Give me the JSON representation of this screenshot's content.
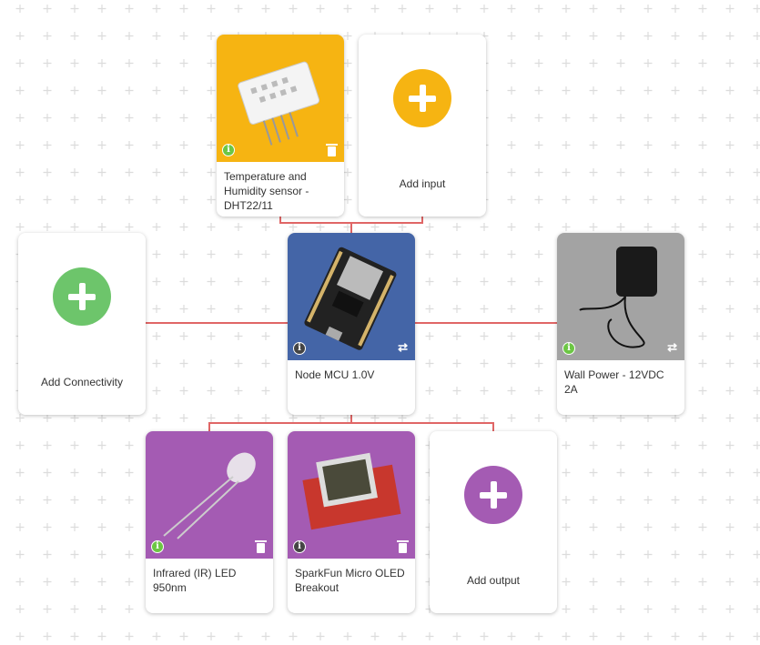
{
  "colors": {
    "input": "#f6b412",
    "controller": "#4465a7",
    "power": "#a3a3a3",
    "output": "#a45bb3",
    "connectivity": "#6dc56b",
    "connector": "#e06666",
    "info_green": "#6cc644",
    "info_dark": "#444444"
  },
  "cards": {
    "dht": {
      "label": "Temperature and Humidity sensor - DHT22/11",
      "info_icon": "i"
    },
    "add_input": {
      "label": "Add input"
    },
    "add_connectivity": {
      "label": "Add Connectivity"
    },
    "nodemcu": {
      "label": "Node MCU 1.0V",
      "info_icon": "i"
    },
    "wall_power": {
      "label": "Wall Power - 12VDC 2A",
      "info_icon": "i"
    },
    "ir_led": {
      "label": "Infrared (IR) LED 950nm",
      "info_icon": "i"
    },
    "oled": {
      "label": "SparkFun Micro OLED Breakout",
      "info_icon": "i"
    },
    "add_output": {
      "label": "Add output"
    }
  }
}
